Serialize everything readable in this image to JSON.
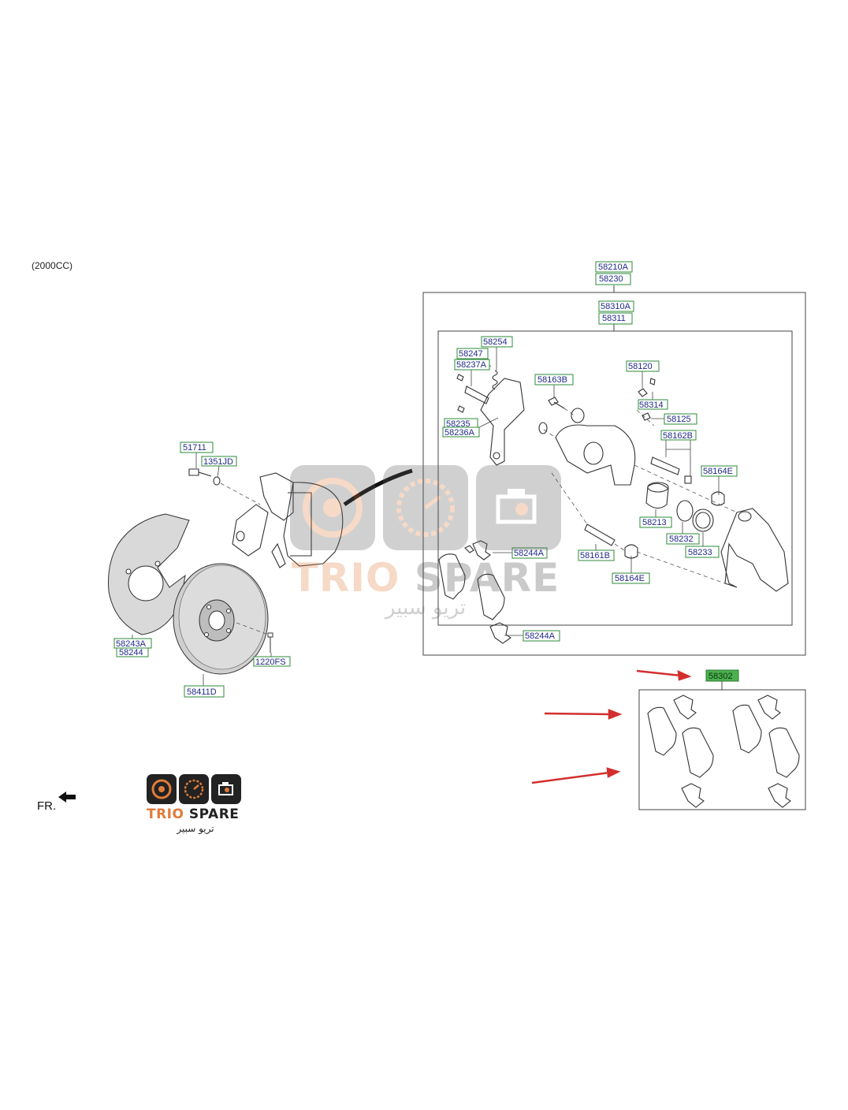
{
  "variant_label": "(2000CC)",
  "direction_label": "FR.",
  "brand": {
    "name_part1": "TRIO",
    "name_part2": "SPARE",
    "arabic": "تريو سبير",
    "accent_color": "#e07b3a",
    "dark_color": "#222222"
  },
  "watermark": {
    "name_part1": "TRIO",
    "name_part2": "SPARE",
    "arabic": "تريو سبير"
  },
  "colors": {
    "label_box_border": "#2e8b3a",
    "label_text": "#1f2a8a",
    "highlight_fill": "#4caf50",
    "pointer_arrow": "#d32f2f",
    "part_line": "#333333"
  },
  "part_labels": {
    "p58210A": "58210A",
    "p58230": "58230",
    "p58310A": "58310A",
    "p58311": "58311",
    "p58254": "58254",
    "p58247": "58247",
    "p58237A": "58237A",
    "p58163B": "58163B",
    "p58120": "58120",
    "p58314": "58314",
    "p58125": "58125",
    "p58162B": "58162B",
    "p58235": "58235",
    "p58236A": "58236A",
    "p58164E_a": "58164E",
    "p58213": "58213",
    "p58232": "58232",
    "p58233": "58233",
    "p58244A_a": "58244A",
    "p58161B": "58161B",
    "p58164E_b": "58164E",
    "p58244A_b": "58244A",
    "p51711": "51711",
    "p1351JD": "1351JD",
    "p58243A": "58243A",
    "p58244": "58244",
    "p1220FS": "1220FS",
    "p58411D": "58411D",
    "p58302": "58302"
  },
  "pointer_arrows": {
    "count": 3,
    "icon": "red-arrow-icon"
  }
}
